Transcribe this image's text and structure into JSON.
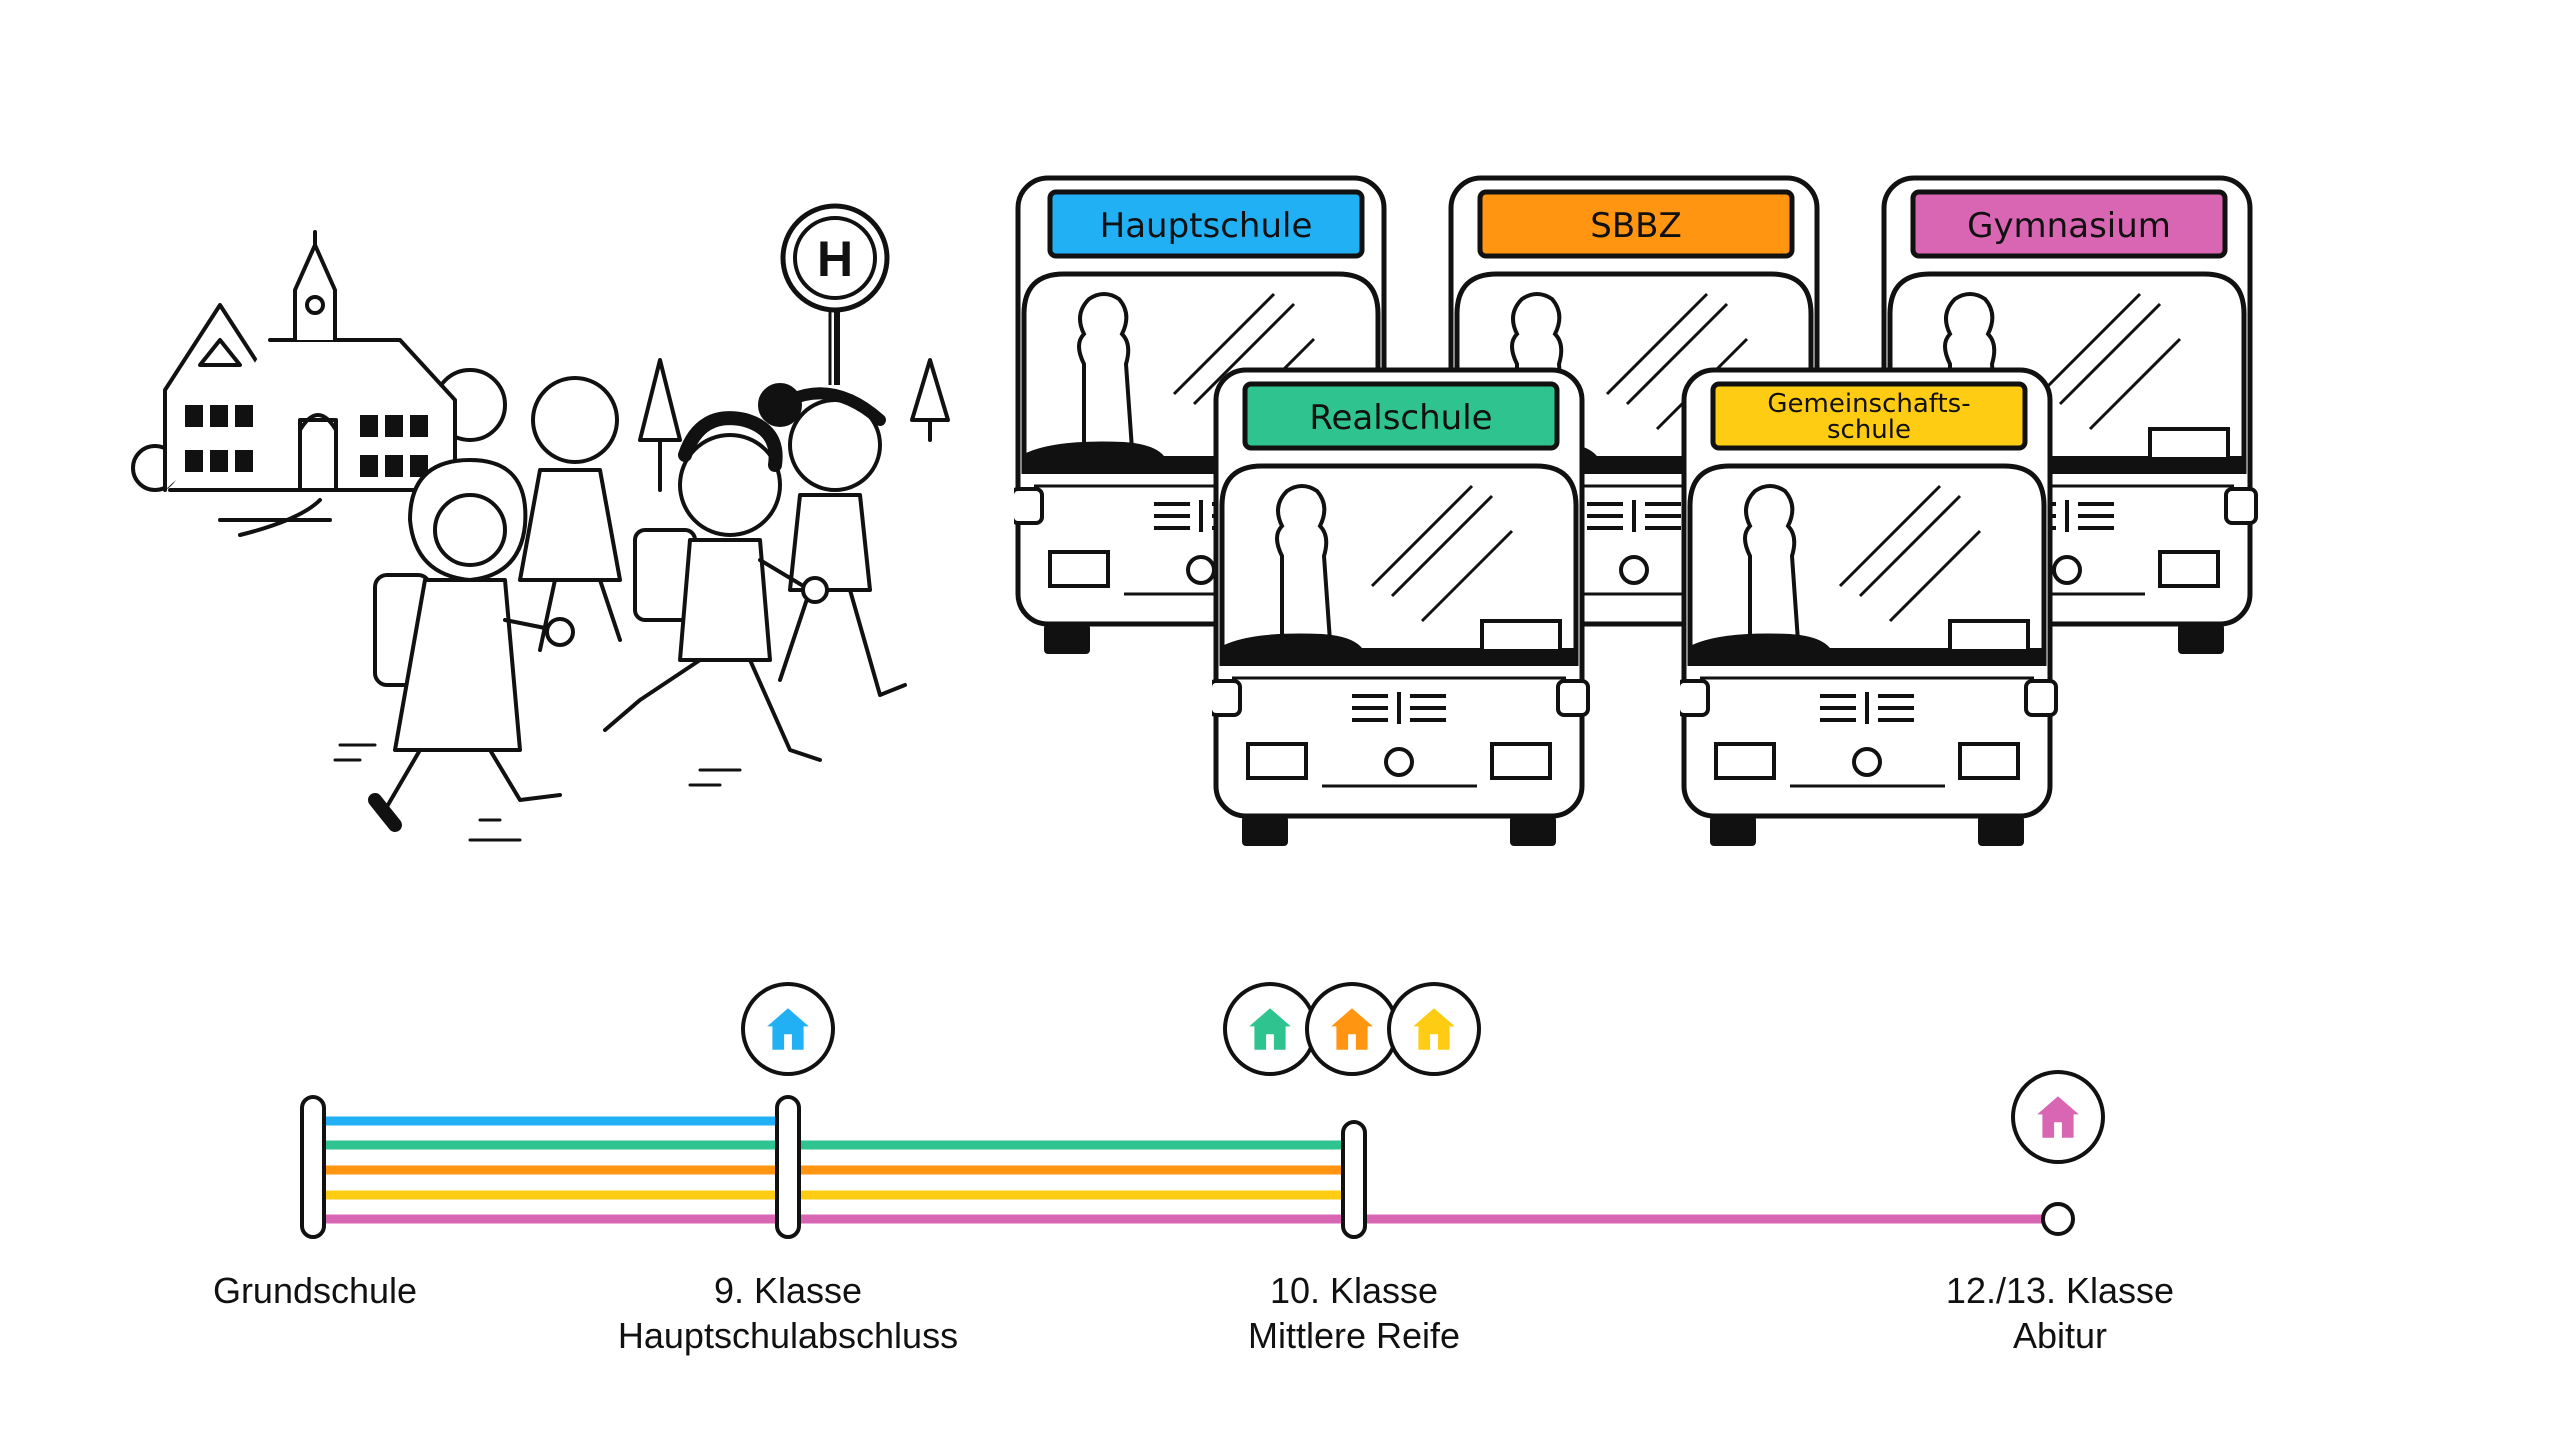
{
  "bus_stop_sign": "H",
  "buses": [
    {
      "label": "Hauptschule",
      "color": "#22b0f5"
    },
    {
      "label": "SBBZ",
      "color": "#ff9510"
    },
    {
      "label": "Gymnasium",
      "color": "#d966b3"
    },
    {
      "label": "Realschule",
      "color": "#2ec38f"
    },
    {
      "label_line1": "Gemeinschafts-",
      "label_line2": "schule",
      "color": "#ffcc14"
    }
  ],
  "timeline": {
    "stages": [
      {
        "line1": "Grundschule"
      },
      {
        "line1": "9. Klasse",
        "line2": "Hauptschulabschluss"
      },
      {
        "line1": "10. Klasse",
        "line2": "Mittlere Reife"
      },
      {
        "line1": "12./13. Klasse",
        "line2": "Abitur"
      }
    ]
  }
}
